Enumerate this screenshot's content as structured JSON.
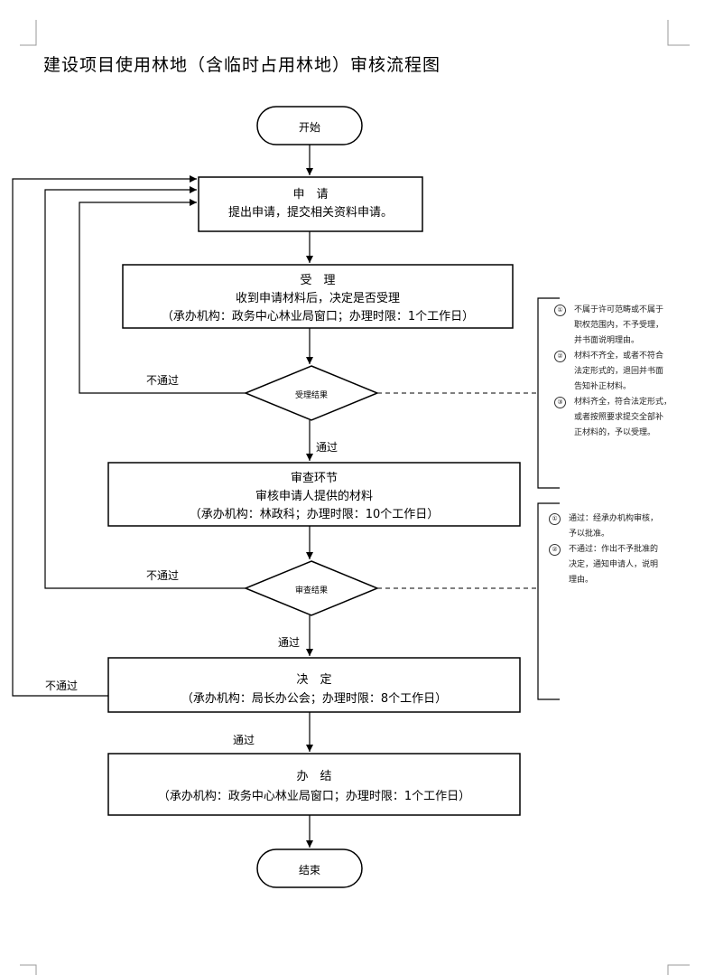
{
  "title": "建设项目使用林地（含临时占用林地）审核流程图",
  "nodes": {
    "start": "开始",
    "apply": {
      "line1": "申　请",
      "line2": "提出申请，提交相关资料申请。"
    },
    "accept": {
      "line1": "受　理",
      "line2": "收到申请材料后，决定是否受理",
      "line3": "（承办机构：政务中心林业局窗口；办理时限：1个工作日）"
    },
    "accept_result": "受理结果",
    "review": {
      "line1": "审查环节",
      "line2": "审核申请人提供的材料",
      "line3": "（承办机构：林政科；办理时限：10个工作日）"
    },
    "review_result": "审查结果",
    "decision": {
      "line1": "决　定",
      "line2": "（承办机构：局长办公会；办理时限：8个工作日）"
    },
    "complete": {
      "line1": "办　结",
      "line2": "（承办机构：政务中心林业局窗口；办理时限：1个工作日）"
    },
    "end": "结束"
  },
  "edges": {
    "fail1": "不通过",
    "pass1": "通过",
    "fail2": "不通过",
    "pass2": "通过",
    "fail3": "不通过",
    "pass3": "通过"
  },
  "notes": {
    "accept": [
      {
        "num": "①",
        "lines": [
          "不属于许可范畴或不属于",
          "职权范围内，不予受理，",
          "并书面说明理由。"
        ]
      },
      {
        "num": "②",
        "lines": [
          "材料不齐全，或者不符合",
          "法定形式的，退回并书面",
          "告知补正材料。"
        ]
      },
      {
        "num": "③",
        "lines": [
          "材料齐全，符合法定形式，",
          "或者按照要求提交全部补",
          "正材料的，予以受理。"
        ]
      }
    ],
    "review": [
      {
        "num": "①",
        "lines": [
          "通过：经承办机构审核，",
          "予以批准。"
        ]
      },
      {
        "num": "②",
        "lines": [
          "不通过：作出不予批准的",
          "决定，通知申请人，说明",
          "理由。"
        ]
      }
    ]
  }
}
